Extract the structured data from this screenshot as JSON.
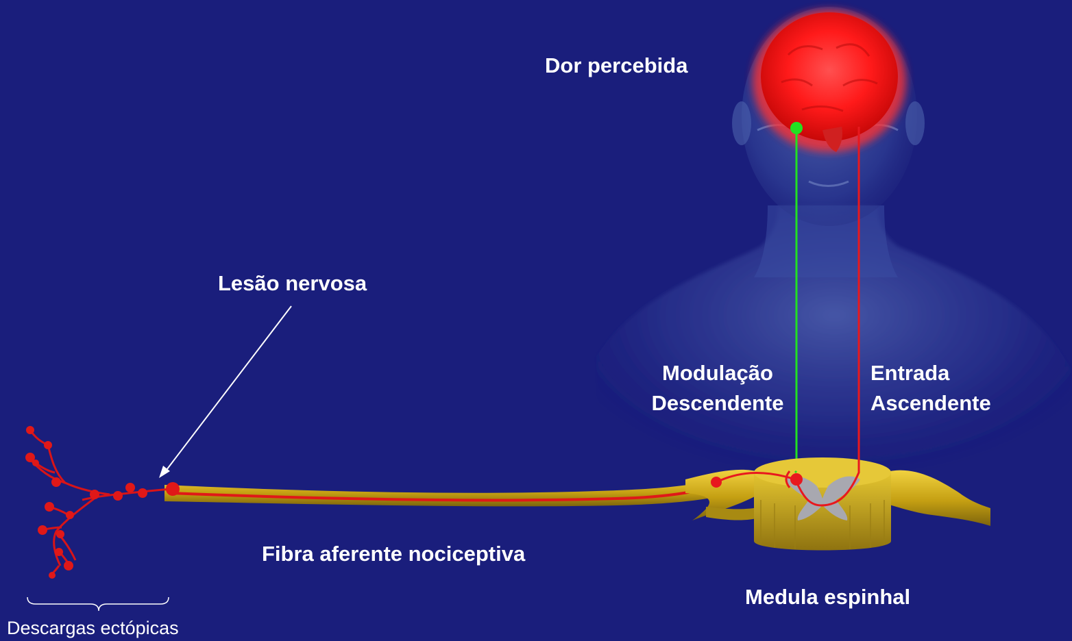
{
  "labels": {
    "perceived_pain": "Dor percebida",
    "nerve_injury": "Lesão nervosa",
    "descending_line1": "Modulação",
    "descending_line2": "Descendente",
    "ascending_line1": "Entrada",
    "ascending_line2": "Ascendente",
    "afferent_fiber": "Fibra aferente nociceptiva",
    "spinal_cord": "Medula espinhal",
    "ectopic_discharges": "Descargas ectópicas"
  },
  "colors": {
    "background": "#1a1e7c",
    "descending_path": "#22e022",
    "ascending_path": "#e8181e",
    "fiber_outer": "#c8a414",
    "fiber_core": "#e01818",
    "brain": "#ff2020",
    "spinal_cord": "#c9a817",
    "gray_matter": "#a8a8b0",
    "text": "#ffffff"
  }
}
